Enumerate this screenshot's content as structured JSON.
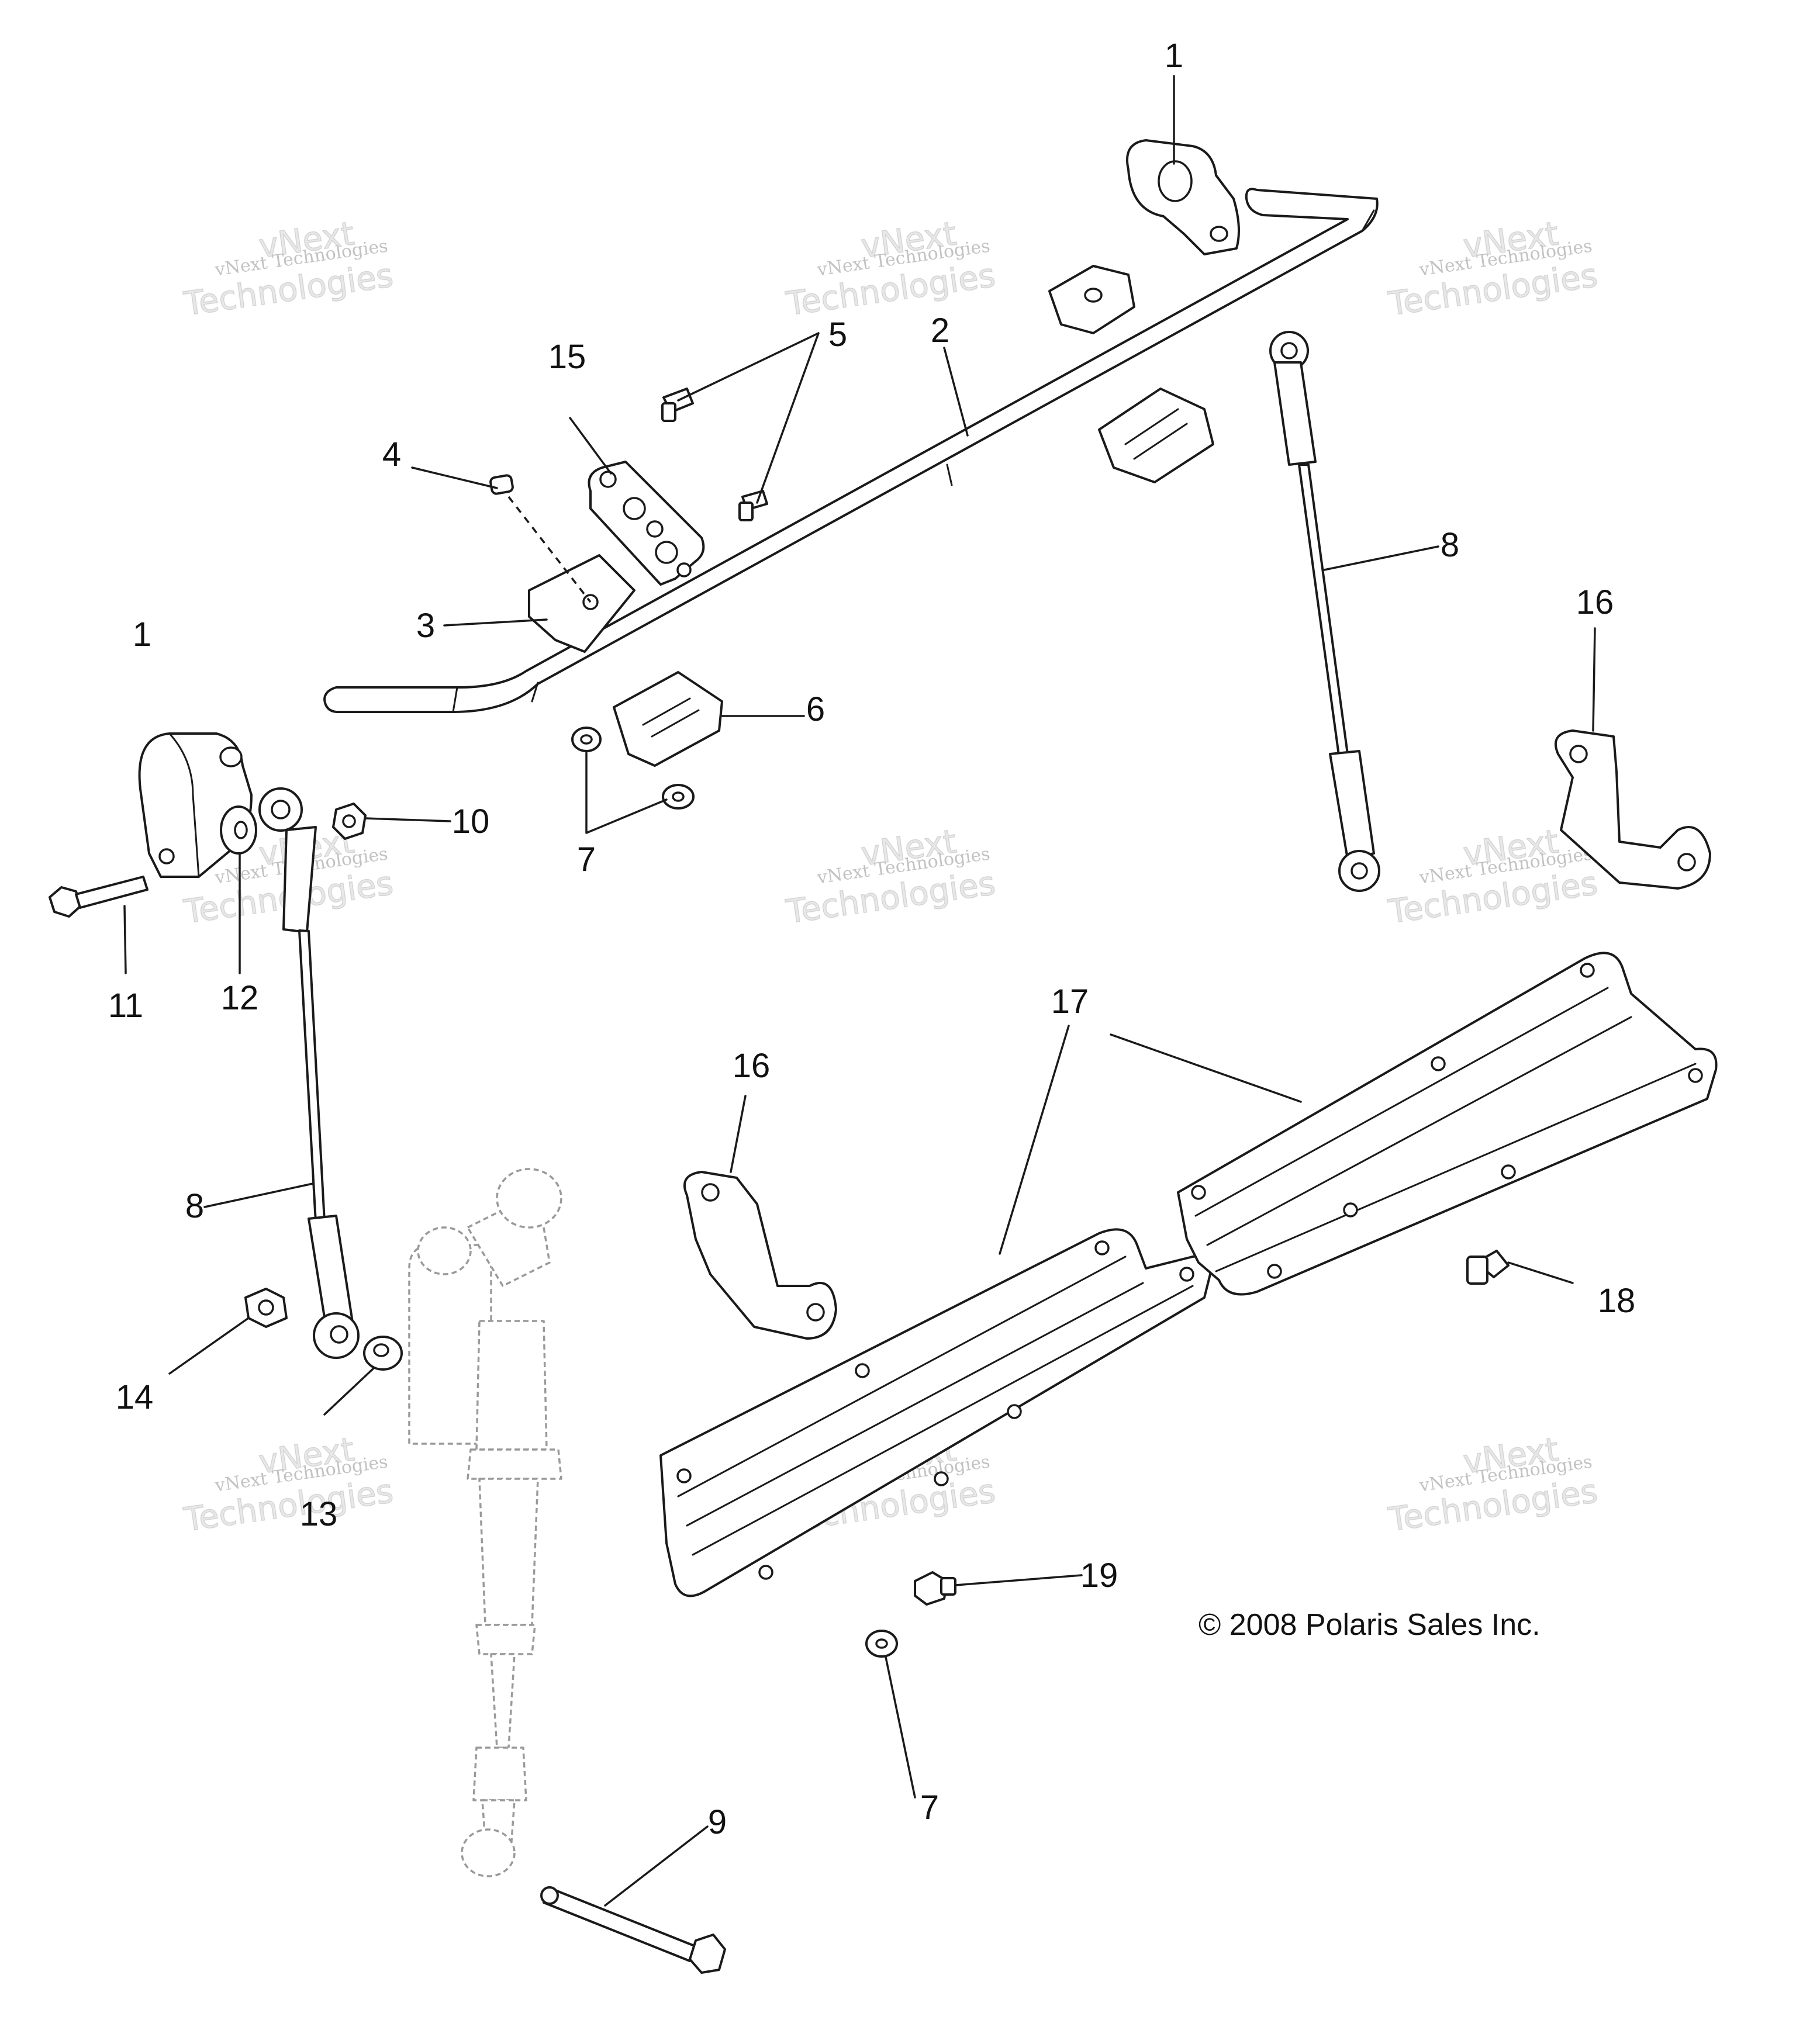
{
  "diagram": {
    "callouts": [
      "1",
      "2",
      "3",
      "4",
      "5",
      "6",
      "7",
      "8",
      "9",
      "10",
      "11",
      "12",
      "13",
      "14",
      "15",
      "16",
      "17",
      "18",
      "19"
    ],
    "copyright": "© 2008 Polaris Sales Inc.",
    "watermark": {
      "line1": "vNext Technologies",
      "line2": "Technologies",
      "line3": "vNext"
    }
  }
}
